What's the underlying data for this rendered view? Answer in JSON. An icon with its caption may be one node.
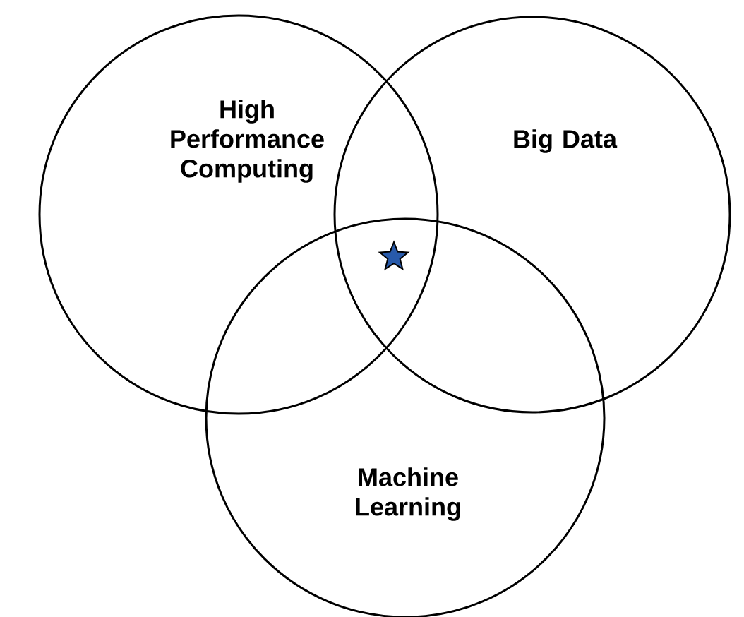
{
  "diagram": {
    "nodes": [
      {
        "text": [
          "High Performance Computing"
        ]
      },
      {
        "text": [
          "Big Data"
        ]
      },
      {
        "text": [
          "Machine Learning"
        ]
      }
    ]
  }
}
